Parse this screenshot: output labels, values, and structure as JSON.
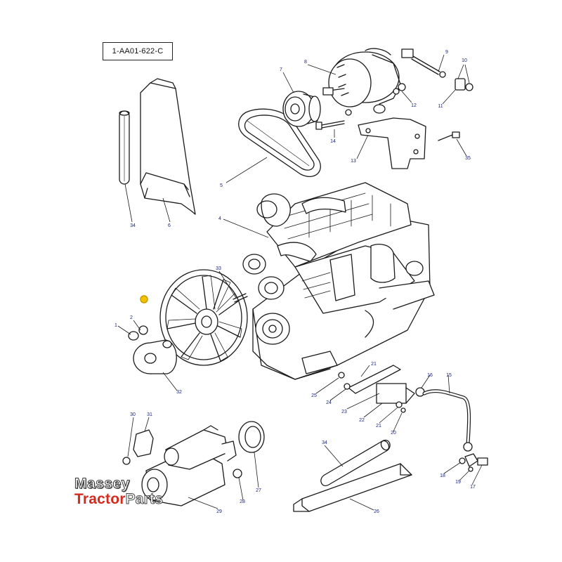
{
  "reference_code": "1-AA01-622-C",
  "logo": {
    "line1": "Massey",
    "line2_red": "Tractor",
    "line2_outline": "Parts"
  },
  "callouts": [
    {
      "id": "c7",
      "label": "7"
    },
    {
      "id": "c8",
      "label": "8"
    },
    {
      "id": "c9",
      "label": "9"
    },
    {
      "id": "c10",
      "label": "10"
    },
    {
      "id": "c11",
      "label": "11"
    },
    {
      "id": "c12",
      "label": "12"
    },
    {
      "id": "c14",
      "label": "14"
    },
    {
      "id": "c13",
      "label": "13"
    },
    {
      "id": "c35",
      "label": "35"
    },
    {
      "id": "c5",
      "label": "5"
    },
    {
      "id": "c34a",
      "label": "34"
    },
    {
      "id": "c6",
      "label": "6"
    },
    {
      "id": "c4",
      "label": "4"
    },
    {
      "id": "c33",
      "label": "33"
    },
    {
      "id": "c1",
      "label": "1"
    },
    {
      "id": "c2",
      "label": "2"
    },
    {
      "id": "c32",
      "label": "32"
    },
    {
      "id": "c21a",
      "label": "21"
    },
    {
      "id": "c16",
      "label": "16"
    },
    {
      "id": "c15",
      "label": "15"
    },
    {
      "id": "c25",
      "label": "25"
    },
    {
      "id": "c24",
      "label": "24"
    },
    {
      "id": "c23",
      "label": "23"
    },
    {
      "id": "c22",
      "label": "22"
    },
    {
      "id": "c21b",
      "label": "21"
    },
    {
      "id": "c20",
      "label": "20"
    },
    {
      "id": "c30",
      "label": "30"
    },
    {
      "id": "c31",
      "label": "31"
    },
    {
      "id": "c34b",
      "label": "34"
    },
    {
      "id": "c27",
      "label": "27"
    },
    {
      "id": "c28",
      "label": "28"
    },
    {
      "id": "c29",
      "label": "29"
    },
    {
      "id": "c26",
      "label": "26"
    },
    {
      "id": "c18",
      "label": "18"
    },
    {
      "id": "c19",
      "label": "19"
    },
    {
      "id": "c17",
      "label": "17"
    }
  ],
  "colors": {
    "line": "#1a1a1a",
    "callout": "#1a237e",
    "highlight": "#f2c200",
    "logo_red": "#d62a1e"
  }
}
